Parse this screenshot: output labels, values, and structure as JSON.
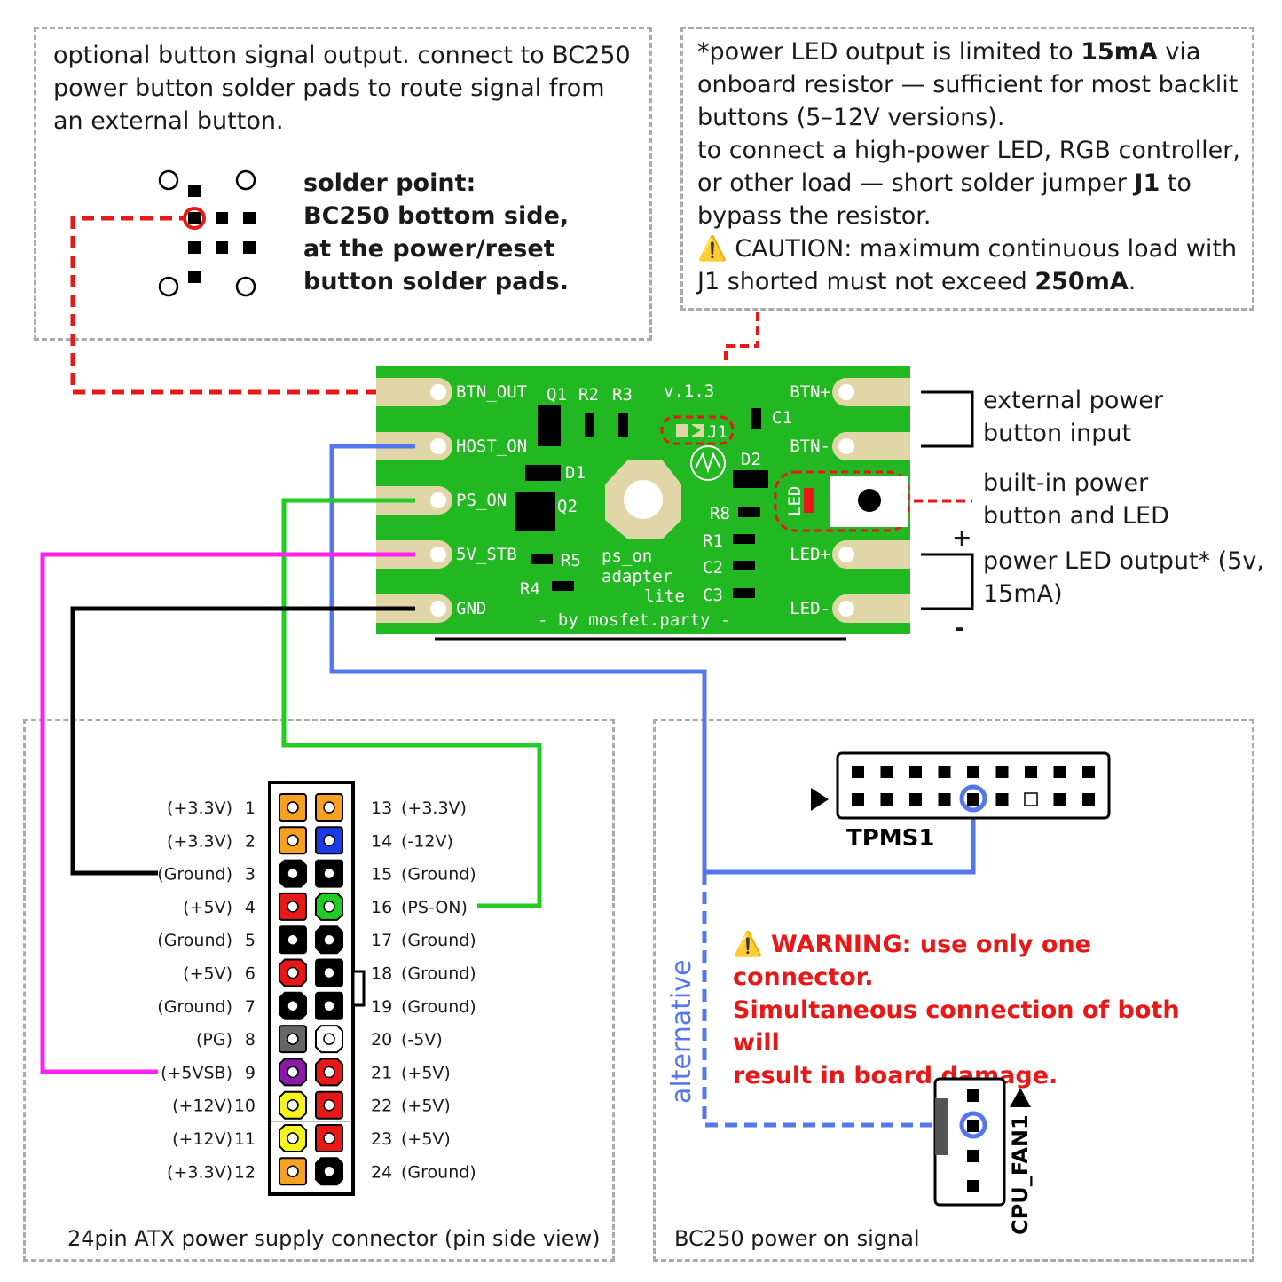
{
  "notes": {
    "button_output": "optional button signal output. connect to BC250 power button solder pads to route signal from an external button.",
    "solder_point": "solder point: BC250 bottom side, at the power/reset button solder pads.",
    "led_note": {
      "p1_a": "*power LED output is limited to ",
      "p1_b": "15mA",
      "p1_c": " via onboard resistor — sufficient for most backlit buttons (5–12V versions).",
      "p2_a": "to connect a high-power LED, RGB controller, or other load — short solder jumper ",
      "p2_b": "J1",
      "p2_c": " to bypass the resistor.",
      "p3_a": "⚠️ CAUTION: maximum continuous load with J1 shorted must not exceed ",
      "p3_b": "250mA",
      "p3_c": "."
    },
    "warning_line1": "⚠️ WARNING: use only one connector.",
    "warning_line2": "Simultaneous connection of both will",
    "warning_line3": "result in board damage."
  },
  "side_labels": {
    "ext_button_1": "external power",
    "ext_button_2": "button input",
    "builtin_1": "built-in power",
    "builtin_2": "button and  LED",
    "led_out_1": "power LED output* (5v,",
    "led_out_2": "15mA)",
    "plus": "+",
    "minus": "-"
  },
  "board": {
    "pins_left": [
      "BTN_OUT",
      "HOST_ON",
      "PS_ON",
      "5V_STB",
      "GND"
    ],
    "pins_right": [
      "BTN+",
      "BTN-",
      "LED+",
      "LED-"
    ],
    "components": {
      "q1": "Q1",
      "r2": "R2",
      "r3": "R3",
      "version": "v.1.3",
      "c1": "C1",
      "j1": "J1",
      "d1": "D1",
      "d2": "D2",
      "q2": "Q2",
      "r8": "R8",
      "led": "LED",
      "r1": "R1",
      "r5": "R5",
      "c2": "C2",
      "r4": "R4",
      "c3": "C3"
    },
    "title_1": "ps_on",
    "title_2": "adapter",
    "title_3": "lite",
    "credit": "- by mosfet.party -"
  },
  "atx": {
    "caption": "24pin ATX power supply connector (pin side view)",
    "left_labels": [
      "(+3.3V)",
      "(+3.3V)",
      "(Ground)",
      "(+5V)",
      "(Ground)",
      "(+5V)",
      "(Ground)",
      "(PG)",
      "(+5VSB)",
      "(+12V)",
      "(+12V)",
      "(+3.3V)"
    ],
    "left_numbers": [
      "1",
      "2",
      "3",
      "4",
      "5",
      "6",
      "7",
      "8",
      "9",
      "10",
      "11",
      "12"
    ],
    "right_numbers": [
      "13",
      "14",
      "15",
      "16",
      "17",
      "18",
      "19",
      "20",
      "21",
      "22",
      "23",
      "24"
    ],
    "right_labels": [
      "(+3.3V)",
      "(-12V)",
      "(Ground)",
      "(PS-ON)",
      "(Ground)",
      "(Ground)",
      "(Ground)",
      "(-5V)",
      "(+5V)",
      "(+5V)",
      "(+5V)",
      "(Ground)"
    ]
  },
  "bc250": {
    "caption": "BC250 power on signal",
    "tpms_label": "TPMS1",
    "fan_label": "CPU_FAN1",
    "alternative": "alternative"
  },
  "colors": {
    "board_green": "#22b822",
    "pad": "#e0d6a8",
    "red": "#e81818",
    "blue": "#5577ee",
    "green_wire": "#22cc22",
    "magenta": "#ff22ee",
    "orange": "#f5a020",
    "yellow": "#f5f51e",
    "purple": "#8a1aa8",
    "gray": "#666666",
    "atx_blue": "#1a3ae8"
  }
}
